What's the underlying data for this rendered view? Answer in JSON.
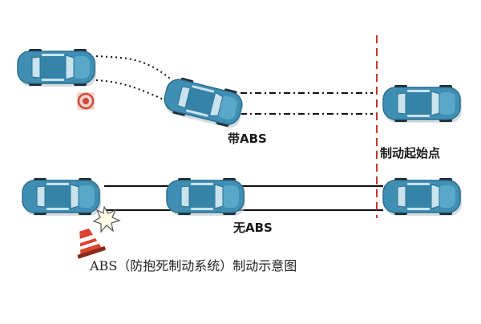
{
  "labels": {
    "with_abs": "带ABS",
    "without_abs": "无ABS",
    "braking_start_point": "制动起始点",
    "caption": "ABS（防抱死制动系统）制动示意图"
  },
  "colors": {
    "car_body": "#3f8fb5",
    "car_glass": "#c9e3ef",
    "car_dark": "#2c6d8c",
    "start_line": "#c0392b",
    "obstacle_ring": "#d04a3a",
    "cone_red": "#d9432f"
  },
  "icons": {
    "target": "target-obstacle-icon",
    "cone": "traffic-cone-icon",
    "impact": "collision-star-icon"
  }
}
